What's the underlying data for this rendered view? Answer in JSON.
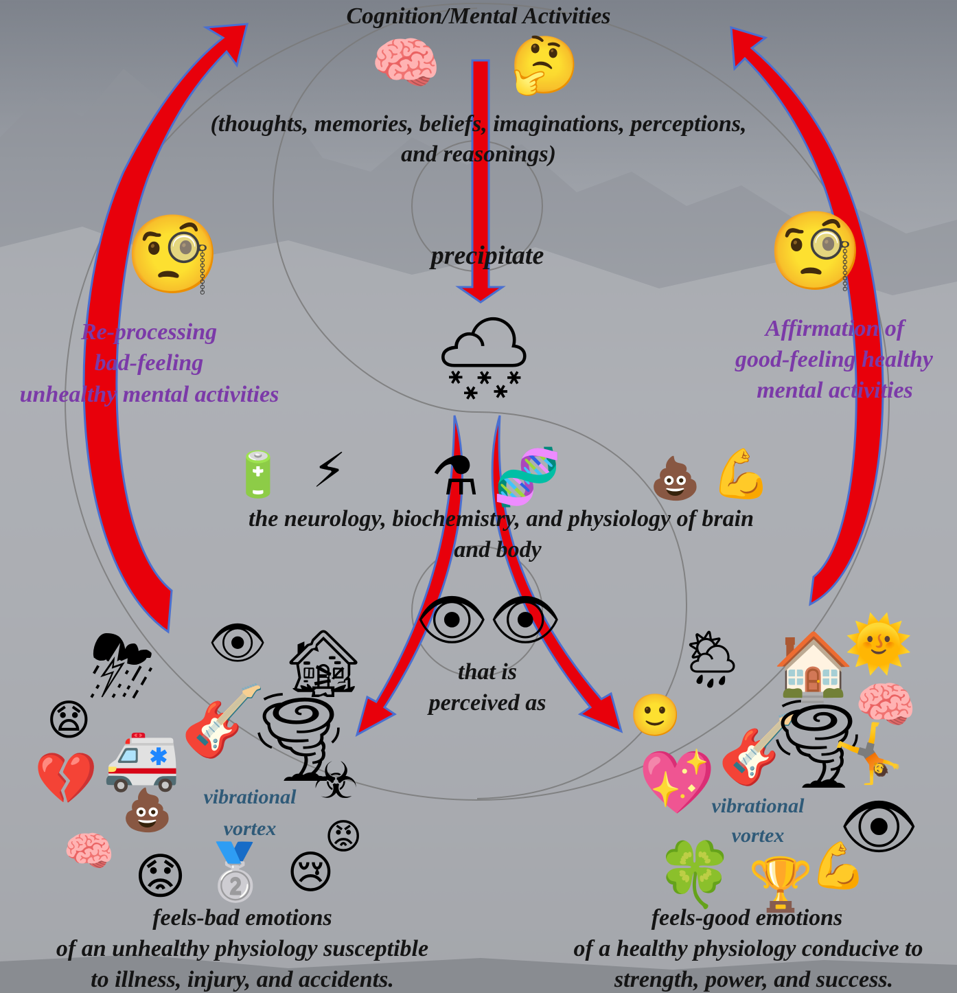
{
  "title": "Cognition/Mental Activities",
  "cognition_list": [
    "(thoughts, memories, beliefs, imaginations, perceptions,",
    "and reasonings)"
  ],
  "precipitate_label": "precipitate",
  "left_arrow_label": [
    "Re-processing",
    "bad-feeling",
    "unhealthy mental activities"
  ],
  "right_arrow_label": [
    "Affirmation of",
    "good-feeling healthy",
    "mental activities"
  ],
  "physiology_label": [
    "the neurology, biochemistry, and physiology of brain",
    "and body"
  ],
  "perceived_label": [
    "that is",
    "perceived as"
  ],
  "vortex_label_left": [
    "vibrational",
    "vortex"
  ],
  "vortex_label_right": [
    "vibrational",
    "vortex"
  ],
  "bad_caption": [
    "feels-bad emotions",
    "of an unhealthy physiology susceptible",
    "to illness, injury, and accidents."
  ],
  "good_caption": [
    "feels-good emotions",
    "of a healthy physiology conducive to",
    "strength, power, and success."
  ],
  "colors": {
    "arrow_red": "#e8000b",
    "arrow_outline": "#4a6fd0",
    "label_purple": "#7b3aa8",
    "vortex_teal": "#2f5a78"
  },
  "icons": {
    "brain": "🧠",
    "thinking": "🤔",
    "monocle": "🧐",
    "snow_cloud": "🌨",
    "battery": "🔋",
    "lightning": "⚡",
    "flask": "⚗",
    "dna": "🧬",
    "poo": "💩",
    "muscle": "💪",
    "eye": "👁",
    "storm_cloud": "⛈",
    "derelict_house": "🏚",
    "tornado": "🌪",
    "tuning_fork": "🎸",
    "ambulance": "🚑",
    "broken_heart": "💔",
    "biohazard": "☣",
    "angry": "😡",
    "crying": "😢",
    "medal": "🥈",
    "sad": "😟",
    "worried": "😧",
    "sun_cloud": "🌦",
    "house": "🏠",
    "sun": "🌞",
    "smile": "🙂",
    "sparkle_heart": "💖",
    "gymnast": "🤸",
    "clover": "🍀",
    "trophy": "🏆"
  }
}
